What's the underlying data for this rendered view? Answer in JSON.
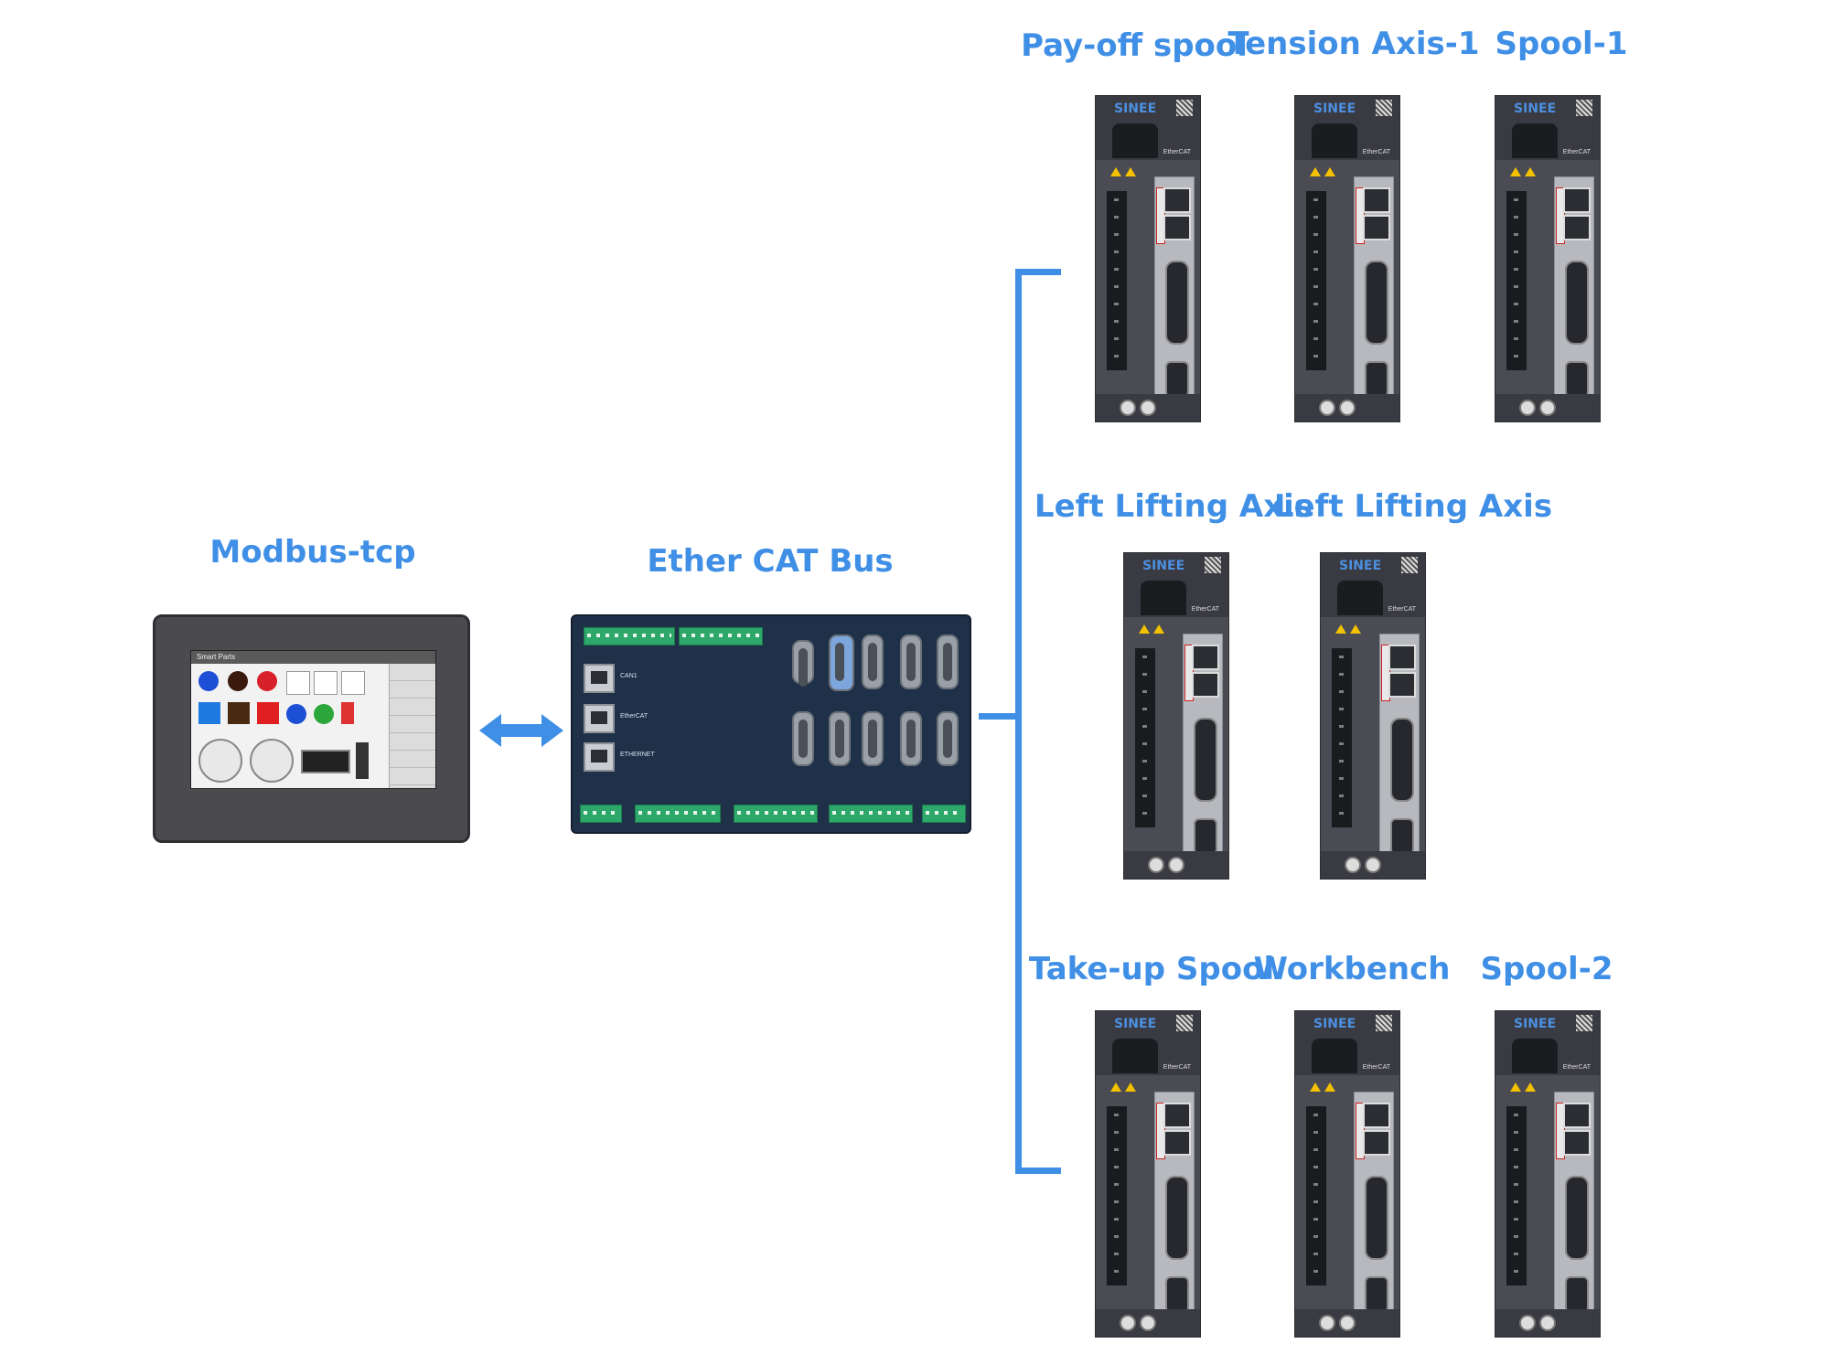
{
  "labels": {
    "hmi": "Modbus-tcp",
    "controller": "Ether CAT Bus",
    "pay_off_spool": "Pay-off spool",
    "tension_axis_1": "Tension Axis-1",
    "spool_1": "Spool-1",
    "left_lifting_axis_a": "Left Lifting Axis",
    "left_lifting_axis_b": "Left Lifting Axis",
    "take_up_spool": "Take-up Spool",
    "workbench": "Workbench",
    "spool_2": "Spool-2"
  },
  "hmi_screen": {
    "title": "Smart Parts"
  },
  "controller_ports": {
    "can": "CAN1",
    "ethercat": "EtherCAT",
    "ethernet": "ETHERNET"
  },
  "drive": {
    "brand": "SINEE",
    "tag": "EtherCAT"
  },
  "colors": {
    "accent": "#3f8fe6",
    "controller": "#1f3148",
    "terminal": "#2ea86a",
    "drive_body": "#4a4b53"
  }
}
